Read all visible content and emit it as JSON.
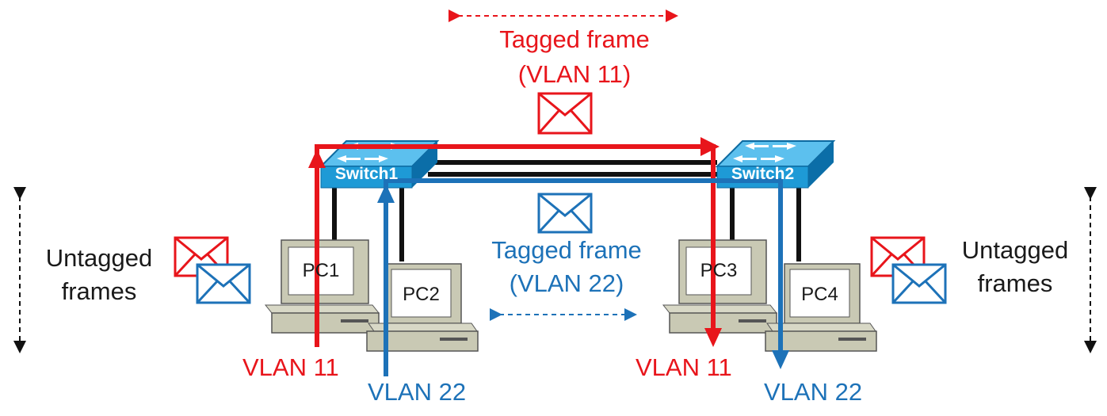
{
  "top_tagged": {
    "line1": "Tagged frame",
    "line2": "(VLAN 11)"
  },
  "mid_tagged": {
    "line1": "Tagged frame",
    "line2": "(VLAN 22)"
  },
  "untagged_left": {
    "line1": "Untagged",
    "line2": "frames"
  },
  "untagged_right": {
    "line1": "Untagged",
    "line2": "frames"
  },
  "switches": {
    "switch1": "Switch1",
    "switch2": "Switch2"
  },
  "pcs": {
    "pc1": "PC1",
    "pc2": "PC2",
    "pc3": "PC3",
    "pc4": "PC4"
  },
  "vlan_labels": {
    "pc1": "VLAN 11",
    "pc2": "VLAN 22",
    "pc3": "VLAN 11",
    "pc4": "VLAN 22"
  },
  "colors": {
    "vlan11": "#e8151b",
    "vlan22": "#1d72b8",
    "switch": "#1e9ad6",
    "pc_body": "#c9c9b4"
  }
}
